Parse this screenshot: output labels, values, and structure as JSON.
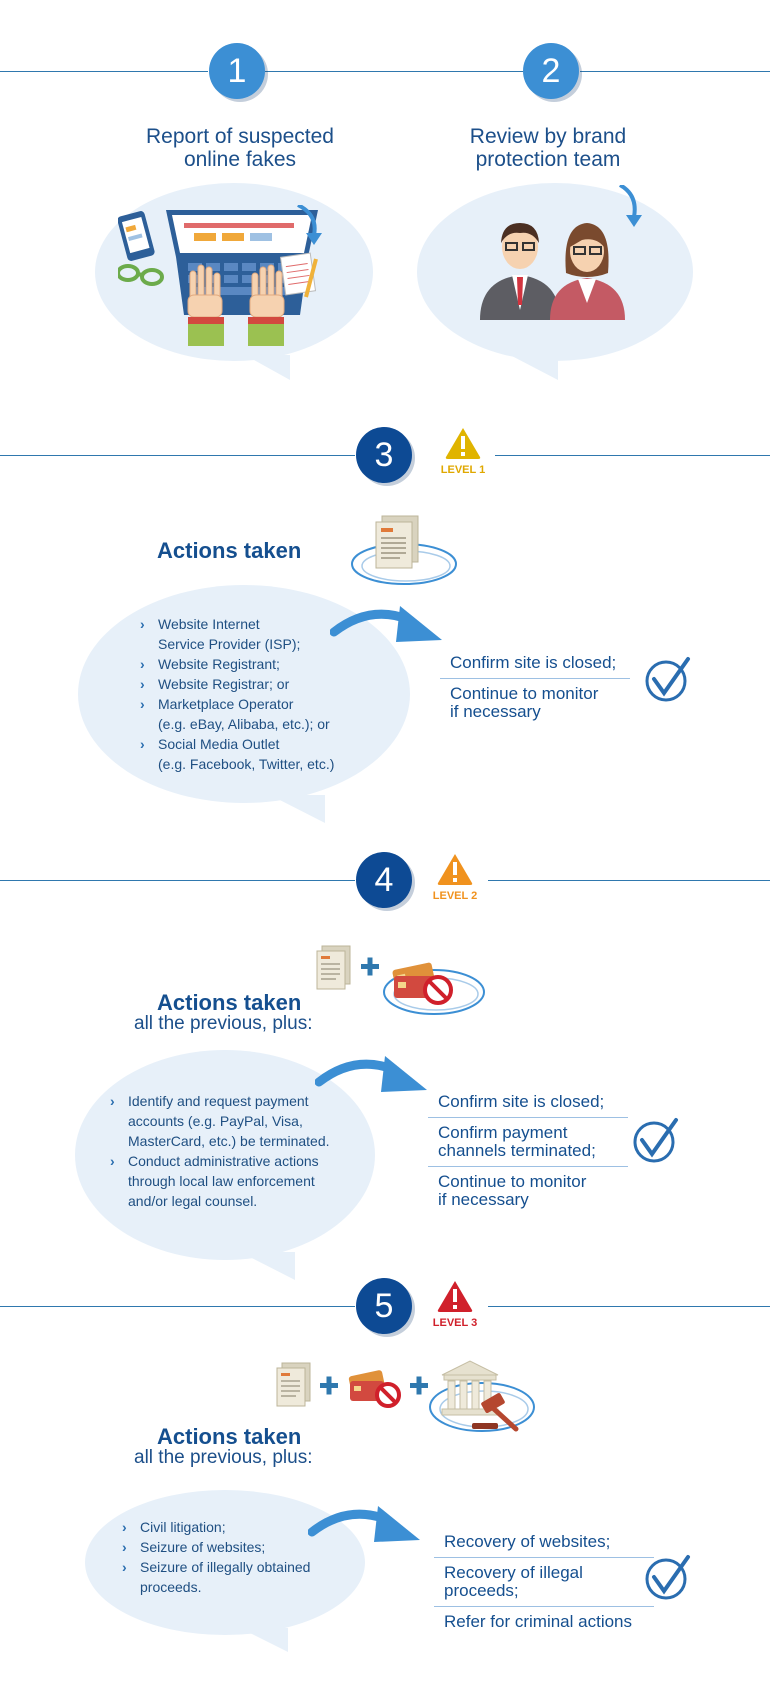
{
  "steps": [
    {
      "number": "1",
      "title_lines": [
        "Report of suspected",
        "online fakes"
      ]
    },
    {
      "number": "2",
      "title_lines": [
        "Review by brand",
        "protection team"
      ]
    },
    {
      "number": "3",
      "level": "LEVEL 1"
    },
    {
      "number": "4",
      "level": "LEVEL 2"
    },
    {
      "number": "5",
      "level": "LEVEL 3"
    }
  ],
  "actions_title": "Actions taken",
  "actions_subtitle": "all the previous, plus:",
  "level1": {
    "items": [
      [
        "Website Internet",
        "Service Provider (ISP);"
      ],
      [
        "Website Registrant;"
      ],
      [
        "Website Registrar; or"
      ],
      [
        "Marketplace Operator",
        "(e.g. eBay, Alibaba, etc.); or"
      ],
      [
        "Social Media Outlet",
        "(e.g. Facebook, Twitter, etc.)"
      ]
    ],
    "results": [
      [
        "Confirm site is closed;"
      ],
      [
        "Continue to monitor",
        "if necessary"
      ]
    ]
  },
  "level2": {
    "items": [
      [
        "Identify and request payment",
        "accounts (e.g. PayPal, Visa,",
        "MasterCard, etc.) be terminated."
      ],
      [
        "Conduct administrative actions",
        "through local law enforcement",
        "and/or legal counsel."
      ]
    ],
    "results": [
      [
        "Confirm site is closed;"
      ],
      [
        "Confirm payment",
        "channels terminated;"
      ],
      [
        "Continue to monitor",
        "if necessary"
      ]
    ]
  },
  "level3": {
    "items": [
      [
        "Civil litigation;"
      ],
      [
        "Seizure of websites;"
      ],
      [
        "Seizure of illegally obtained",
        "proceeds."
      ]
    ],
    "results": [
      [
        "Recovery of websites;"
      ],
      [
        "Recovery of illegal",
        "proceeds;"
      ],
      [
        "Refer for criminal actions"
      ]
    ]
  },
  "colors": {
    "line": "#2f78ae",
    "circle_light": "#3c8fd4",
    "circle_dark": "#0d4a94",
    "bubble": "#e7f0f9",
    "level1": "#e0b400",
    "level2": "#f0921e",
    "level3": "#d0202b"
  },
  "icons": [
    "laptop-icon",
    "phone-icon",
    "glasses-icon",
    "notepad-icon",
    "people-icon",
    "documents-icon",
    "credit-card-blocked-icon",
    "courthouse-gavel-icon",
    "warning-icon",
    "checkmark-icon",
    "curved-arrow-icon"
  ]
}
